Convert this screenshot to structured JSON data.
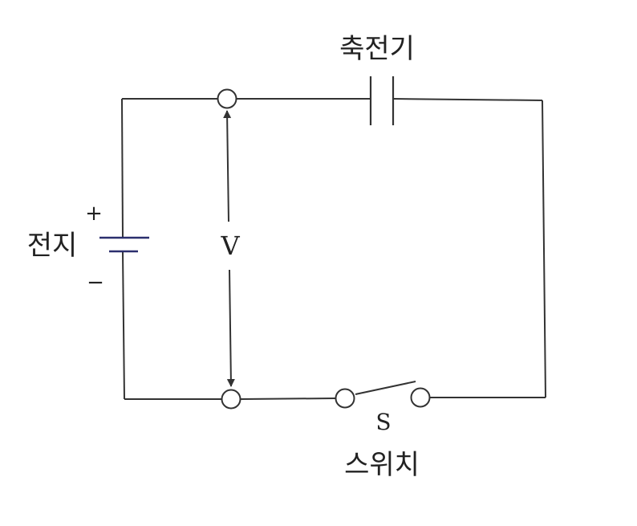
{
  "labels": {
    "capacitor": "축전기",
    "battery": "전지",
    "voltage": "V",
    "plus": "+",
    "minus": "−",
    "switch_symbol": "S",
    "switch": "스위치"
  }
}
